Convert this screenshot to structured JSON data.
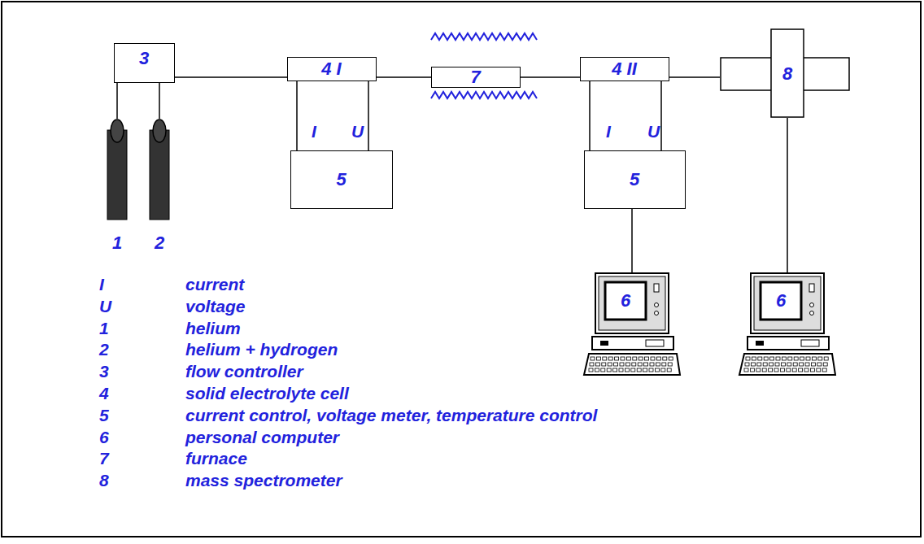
{
  "diagram": {
    "nodes": [
      {
        "text": [
          "3"
        ]
      },
      {
        "text": [
          "1"
        ]
      },
      {
        "text": [
          "2"
        ]
      },
      {
        "text": [
          "4 I"
        ]
      },
      {
        "text": [
          "7"
        ]
      },
      {
        "text": [
          "4 II"
        ]
      },
      {
        "text": [
          "8"
        ]
      },
      {
        "text": [
          "5"
        ]
      },
      {
        "text": [
          "5"
        ]
      },
      {
        "text": [
          "6"
        ]
      },
      {
        "text": [
          "6"
        ]
      }
    ],
    "edges": [
      {
        "from": 0,
        "to": 1,
        "arrow": "none"
      },
      {
        "from": 0,
        "to": 2,
        "arrow": "none"
      },
      {
        "from": 0,
        "to": 3,
        "arrow": "none"
      },
      {
        "from": 3,
        "to": 4,
        "arrow": "none"
      },
      {
        "from": 4,
        "to": 5,
        "arrow": "none"
      },
      {
        "from": 5,
        "to": 6,
        "arrow": "none"
      },
      {
        "from": 3,
        "to": 7,
        "label": "I",
        "arrow": "none"
      },
      {
        "from": 3,
        "to": 7,
        "label": "U",
        "arrow": "none"
      },
      {
        "from": 5,
        "to": 8,
        "label": "I",
        "arrow": "none"
      },
      {
        "from": 5,
        "to": 8,
        "label": "U",
        "arrow": "none"
      },
      {
        "from": 8,
        "to": 9,
        "arrow": "none"
      },
      {
        "from": 6,
        "to": 10,
        "arrow": "none"
      }
    ],
    "labels": [
      "I",
      "current",
      "U",
      "voltage",
      "1",
      "helium",
      "2",
      "helium + hydrogen",
      "3",
      "flow controller",
      "4",
      "solid electrolyte cell",
      "5",
      "current control, voltage meter, temperature control",
      "6",
      "personal computer",
      "7",
      "furnace",
      "8",
      "mass spectrometer"
    ]
  }
}
